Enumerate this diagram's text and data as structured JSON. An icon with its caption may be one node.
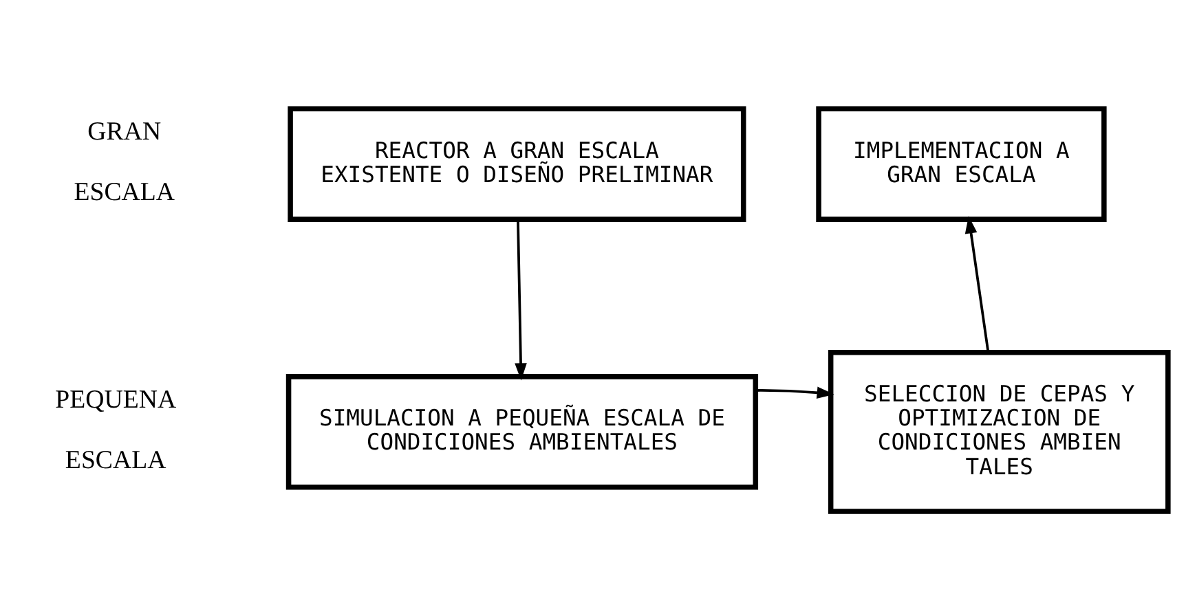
{
  "diagram": {
    "nodes": [
      {
        "text": [
          "REACTOR A GRAN ESCALA EXISTENTE O DISEÑO PRELIMINAR"
        ]
      },
      {
        "text": [
          "IMPLEMENTACION A GRAN ESCALA"
        ]
      },
      {
        "text": [
          "SIMULACION A PEQUEÑA ESCALA DE CONDICIONES AMBIENTALES"
        ]
      },
      {
        "text": [
          "SELECCION DE CEPAS Y OPTIMIZACION DE CONDICIONES AMBIEN TALES"
        ]
      }
    ],
    "edges": [
      {
        "from": 0,
        "to": 2,
        "arrow": "to"
      },
      {
        "from": 2,
        "to": 3,
        "arrow": "to"
      },
      {
        "from": 3,
        "to": 1,
        "arrow": "to"
      }
    ],
    "labels": [
      "GRAN ESCALA",
      "PEQUENA ESCALA"
    ]
  }
}
